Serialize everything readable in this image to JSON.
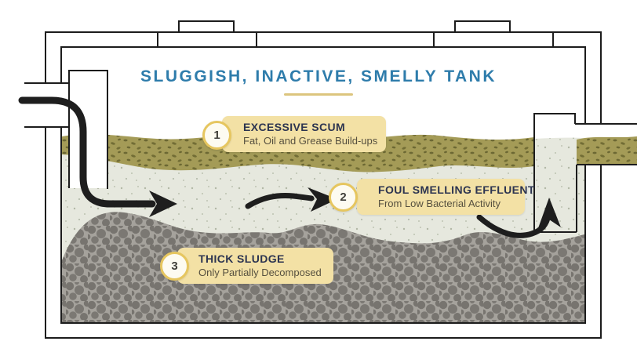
{
  "title": {
    "text": "SLUGGISH, INACTIVE, SMELLY TANK"
  },
  "labels": [
    {
      "number": "1",
      "heading": "EXCESSIVE SCUM",
      "subheading": "Fat, Oil and Grease Build-ups"
    },
    {
      "number": "2",
      "heading": "FOUL SMELLING EFFLUENT",
      "subheading": "From Low Bacterial Activity"
    },
    {
      "number": "3",
      "heading": "THICK SLUDGE",
      "subheading": "Only Partially Decomposed"
    }
  ],
  "diagram": {
    "layers": [
      {
        "name": "scum-layer",
        "description": "floating scum layer",
        "color": "#a49b57"
      },
      {
        "name": "effluent-layer",
        "description": "liquid effluent layer",
        "color": "#e6e8de"
      },
      {
        "name": "sludge-layer",
        "description": "settled sludge layer",
        "color": "#a5a29c"
      }
    ],
    "colors": {
      "title_text": "#2e7cab",
      "title_underline": "#dcc57e",
      "callout_background": "#f3e1a5",
      "callout_heading": "#2c3450",
      "callout_subheading": "#56503f",
      "badge_ring": "#e6c65f",
      "badge_fill": "#fdfbf1",
      "tank_outline": "#1c1c1c",
      "pipe_and_arrows": "#1e1e1e",
      "scum_speckle": "#6c6833",
      "effluent_speckle": "#b2b8a6",
      "sludge_blob": "#77746f"
    }
  }
}
